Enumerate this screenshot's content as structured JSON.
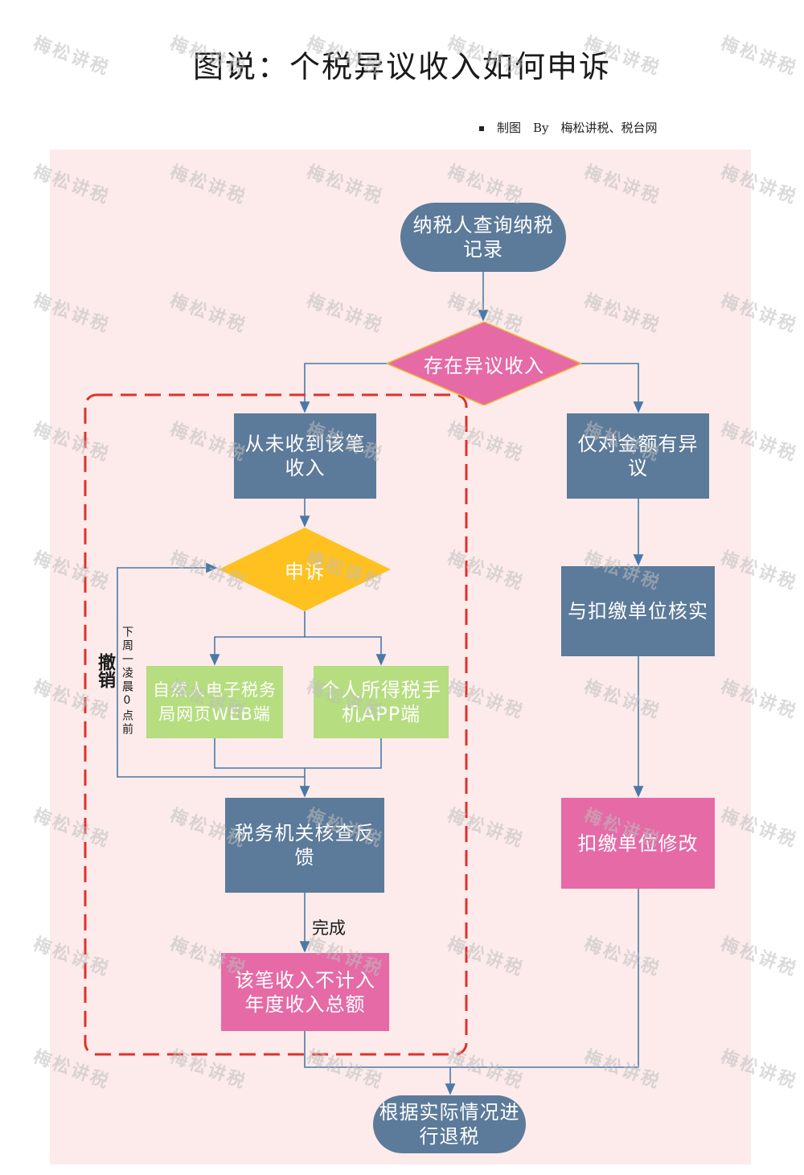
{
  "title": "图说：个税异议收入如何申诉",
  "credit": "制图　By　梅松讲税、税台网",
  "nodes": {
    "start": "纳税人查询纳税记录",
    "decision": "存在异议收入",
    "never_received": "从未收到该笔收入",
    "appeal": "申诉",
    "web": "自然人电子税务局网页WEB端",
    "app": "个人所得税手机APP端",
    "tax_review": "税务机关核查反馈",
    "excluded": "该笔收入不计入年度收入总额",
    "amount_only": "仅对金额有异议",
    "verify": "与扣缴单位核实",
    "modify": "扣缴单位修改",
    "end": "根据实际情况进行退税"
  },
  "labels": {
    "revoke": "撤销",
    "deadline": "下周一凌晨0点前",
    "done": "完成"
  },
  "watermark": "梅松讲税",
  "colors": {
    "panel": "#fcebea",
    "blue_box": "#5c7a99",
    "pink_box": "#e56aa6",
    "green_box": "#b6dd7f",
    "decision_diamond": "#e56aa6",
    "appeal_diamond": "#ffc120",
    "dashed_border": "#e0302a"
  }
}
